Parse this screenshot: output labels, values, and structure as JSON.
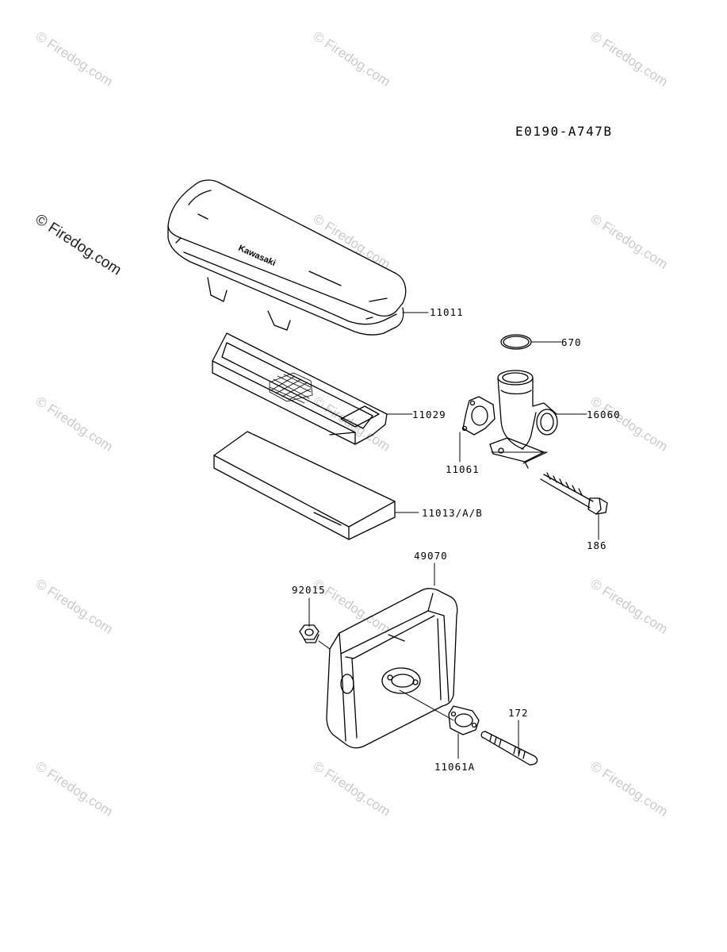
{
  "diagram": {
    "code": "E0190-A747B",
    "brand_on_cover": "Kawasaki",
    "watermark": "© Firedog.com",
    "parts": {
      "p11011": "11011",
      "p670": "670",
      "p11029": "11029",
      "p16060": "16060",
      "p11061": "11061",
      "p11013": "11013/A/B",
      "p186": "186",
      "p49070": "49070",
      "p92015": "92015",
      "p172": "172",
      "p11061A": "11061A"
    }
  }
}
